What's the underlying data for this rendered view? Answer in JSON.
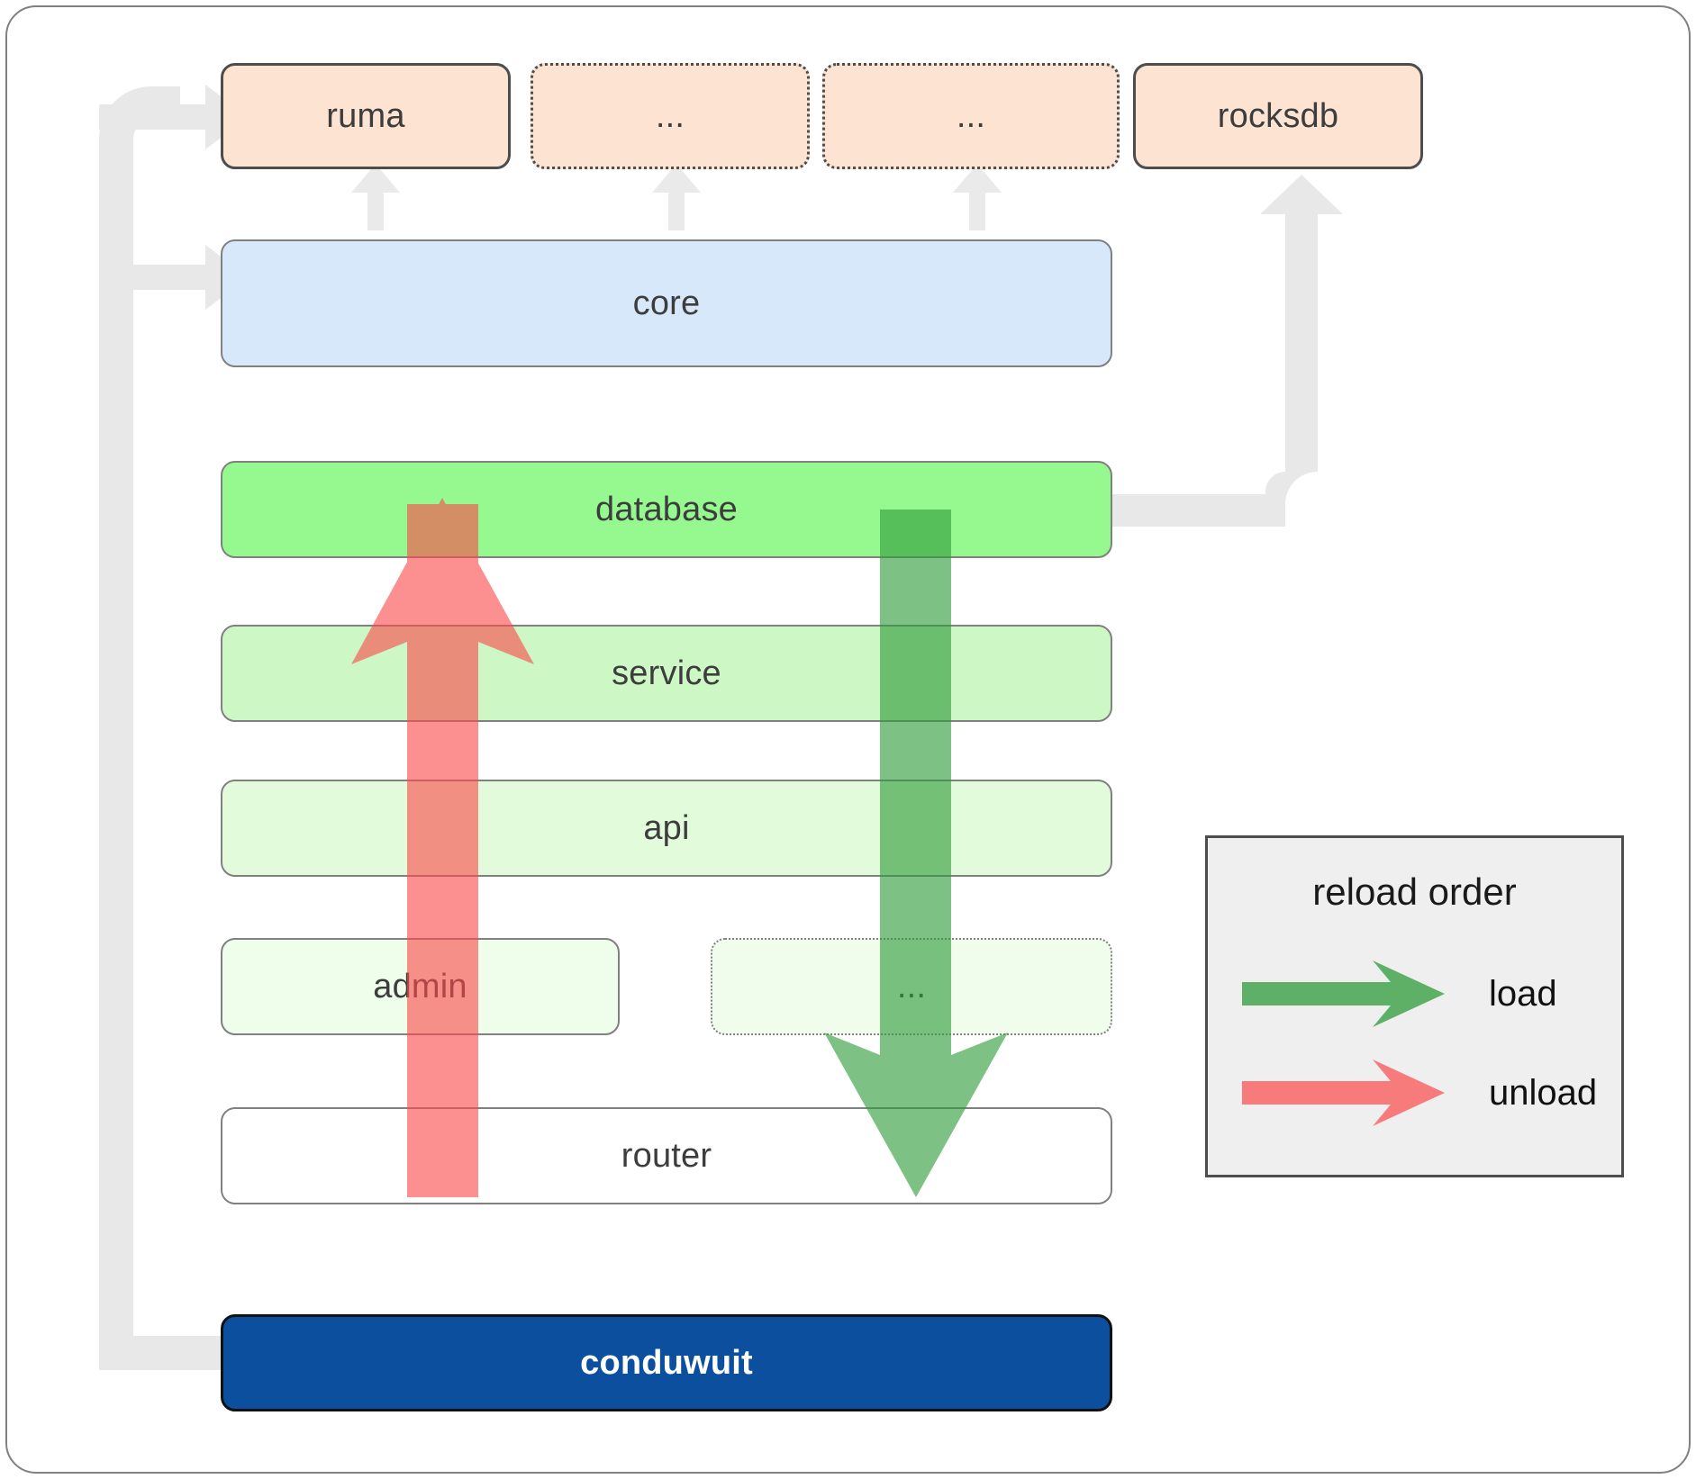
{
  "diagram": {
    "title": "conduwuit module / reload order architecture",
    "dependencies": [
      {
        "name": "ruma",
        "label": "ruma",
        "style": "solid",
        "color": "#fde3d1"
      },
      {
        "name": "dep-2",
        "label": "...",
        "style": "dotted",
        "color": "#fde3d1"
      },
      {
        "name": "dep-3",
        "label": "...",
        "style": "dotted",
        "color": "#fde3d1"
      },
      {
        "name": "rocksdb",
        "label": "rocksdb",
        "style": "solid",
        "color": "#fde3d1"
      }
    ],
    "core": {
      "label": "core",
      "color": "#d7e8fb"
    },
    "layers": [
      {
        "name": "database",
        "label": "database",
        "color": "#95f98f",
        "style": "solid"
      },
      {
        "name": "service",
        "label": "service",
        "color": "#cdf7c4",
        "style": "solid"
      },
      {
        "name": "api",
        "label": "api",
        "color": "#e2fbdb",
        "style": "solid"
      },
      {
        "name": "admin",
        "label": "admin",
        "color": "#effdeb",
        "style": "solid"
      },
      {
        "name": "extra",
        "label": "...",
        "color": "#f0fdec",
        "style": "dotted"
      },
      {
        "name": "router",
        "label": "router",
        "color": "#ffffff",
        "style": "solid"
      }
    ],
    "binary": {
      "label": "conduwuit",
      "color": "#0b4f9e",
      "text_color": "#ffffff"
    }
  },
  "legend": {
    "title": "reload order",
    "items": [
      {
        "name": "load",
        "label": "load",
        "color": "#4caf50"
      },
      {
        "name": "unload",
        "label": "unload",
        "color": "#f98080"
      }
    ],
    "background": "#efefef",
    "border": "#4d4d4d"
  },
  "arrows": {
    "load": {
      "direction": "down",
      "color": "#4caf50",
      "from": "database",
      "to": "router"
    },
    "unload": {
      "direction": "up",
      "color": "#f98080",
      "from": "router",
      "to": "database"
    },
    "connector_color": "#e8e8e8"
  }
}
